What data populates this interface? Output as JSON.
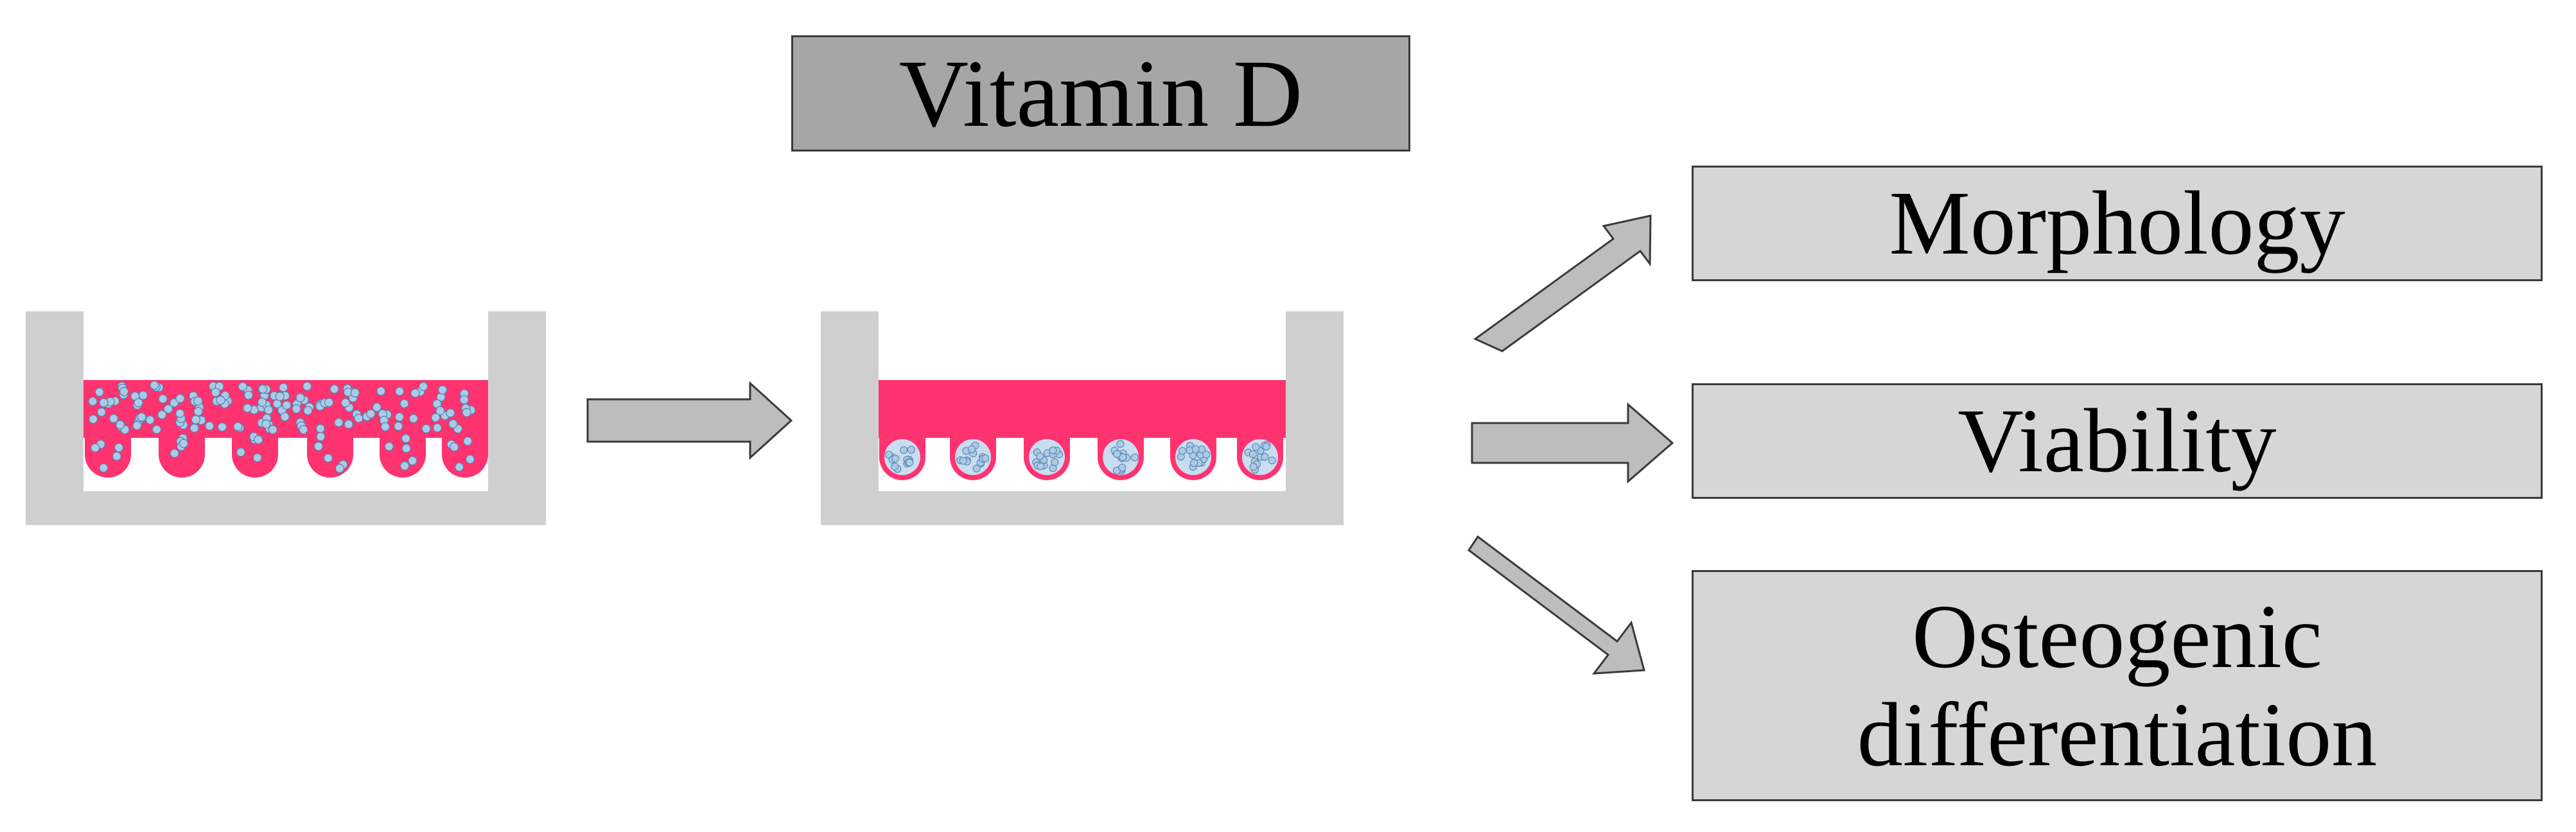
{
  "treatment": {
    "label": "Vitamin D"
  },
  "outcomes": {
    "morphology": "Morphology",
    "viability": "Viability",
    "osteogenic_line1": "Osteogenic",
    "osteogenic_line2": "differentiation"
  },
  "colors": {
    "medium": "#ff3370",
    "plate": "#cfcfcf",
    "arrow_fill": "#bdbdbd",
    "arrow_stroke": "#3a3a3a",
    "label_box_dark": "#a6a6a6",
    "label_box_light": "#d6d6d6",
    "cell": "#a9cbe8"
  },
  "wells": {
    "count": 6
  }
}
